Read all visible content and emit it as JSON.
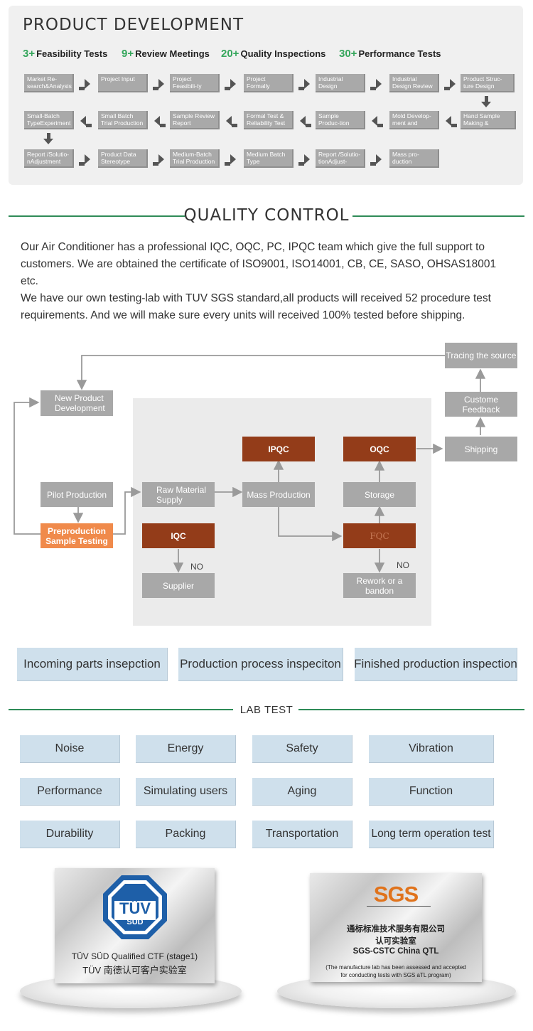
{
  "product_development": {
    "title": "PRODUCT DEVELOPMENT",
    "stats": [
      {
        "num": "3+",
        "label": "Feasibility Tests"
      },
      {
        "num": "9+",
        "label": "Review Meetings"
      },
      {
        "num": "20+",
        "label": "Quality Inspections"
      },
      {
        "num": "30+",
        "label": "Performance Tests"
      }
    ],
    "row1": [
      "Market Re-search&Analysis",
      "Project Input",
      "Project Feasibili-ty study",
      "Project Formally Establishment",
      "Industrial Design",
      "Industrial Design Review",
      "Product Struc-ture Design"
    ],
    "row2": [
      "Small-Batch TypeExperiment",
      "Small Batch Trial Production",
      "Sample Review Report",
      "Formal Test & Reliability Test",
      "Sample Produc-tion",
      "Mold Develop-ment and Manu-",
      "Hand Sample Making & Evaluation"
    ],
    "row3": [
      "Report /Solutio-nAdjustment",
      "Product Data Stereotype",
      "Medium-Batch Trial Production",
      "Medium Batch Type Experiment",
      "Report /Solutio-tionAdjust-",
      "Mass pro-duction"
    ]
  },
  "quality_control": {
    "title": "QUALITY CONTROL",
    "para_lines": [
      "Our Air Conditioner has a professional IQC, OQC, PC, IPQC team which give the full support to",
      "customers. We are obtained the certificate of ISO9001, ISO14001, CB, CE, SASO, OHSAS18001",
      "etc.",
      "We have our own testing-lab with TUV SGS standard,all products will received 52 procedure test",
      "requirements. And we will make sure every units will received 100% tested before shipping."
    ],
    "flow": {
      "tracing": "Tracing the source",
      "new_product": "New Product Development",
      "custome_feedback": "Custome Feedback",
      "ipqc": "IPQC",
      "oqc": "OQC",
      "shipping": "Shipping",
      "pilot": "Pilot Production",
      "raw": "Raw Material Supply",
      "mass": "Mass Production",
      "storage": "Storage",
      "preproduction": "Preproduction Sample Testing",
      "iqc": "IQC",
      "fqc": "FQC",
      "no1": "NO",
      "no2": "NO",
      "supplier": "Supplier",
      "rework": "Rework or a bandon"
    },
    "bars": [
      "Incoming parts insepction",
      "Production process inspeciton",
      "Finished production inspection"
    ]
  },
  "lab_test": {
    "title": "LAB TEST",
    "cells": [
      [
        "Noise",
        "Energy",
        "Safety",
        "Vibration"
      ],
      [
        "Performance",
        "Simulating users",
        "Aging",
        "Function"
      ],
      [
        "Durability",
        "Packing",
        "Transportation",
        "Long term operation test"
      ]
    ]
  },
  "certificates": {
    "tuv": {
      "logo_top": "TÜV",
      "logo_bottom": "SÜD",
      "line1": "TÜV SÜD Qualified CTF (stage1)",
      "line2": "TÜV 南德认可客户实验室"
    },
    "sgs": {
      "logo": "SGS",
      "line1": "通标标准技术服务有限公司",
      "line2": "认可实验室",
      "line3": "SGS-CSTC China QTL",
      "note1": "(The manufacture lab has been assessed and accepted",
      "note2": "for conducting tests with SGS aTL program)"
    }
  }
}
